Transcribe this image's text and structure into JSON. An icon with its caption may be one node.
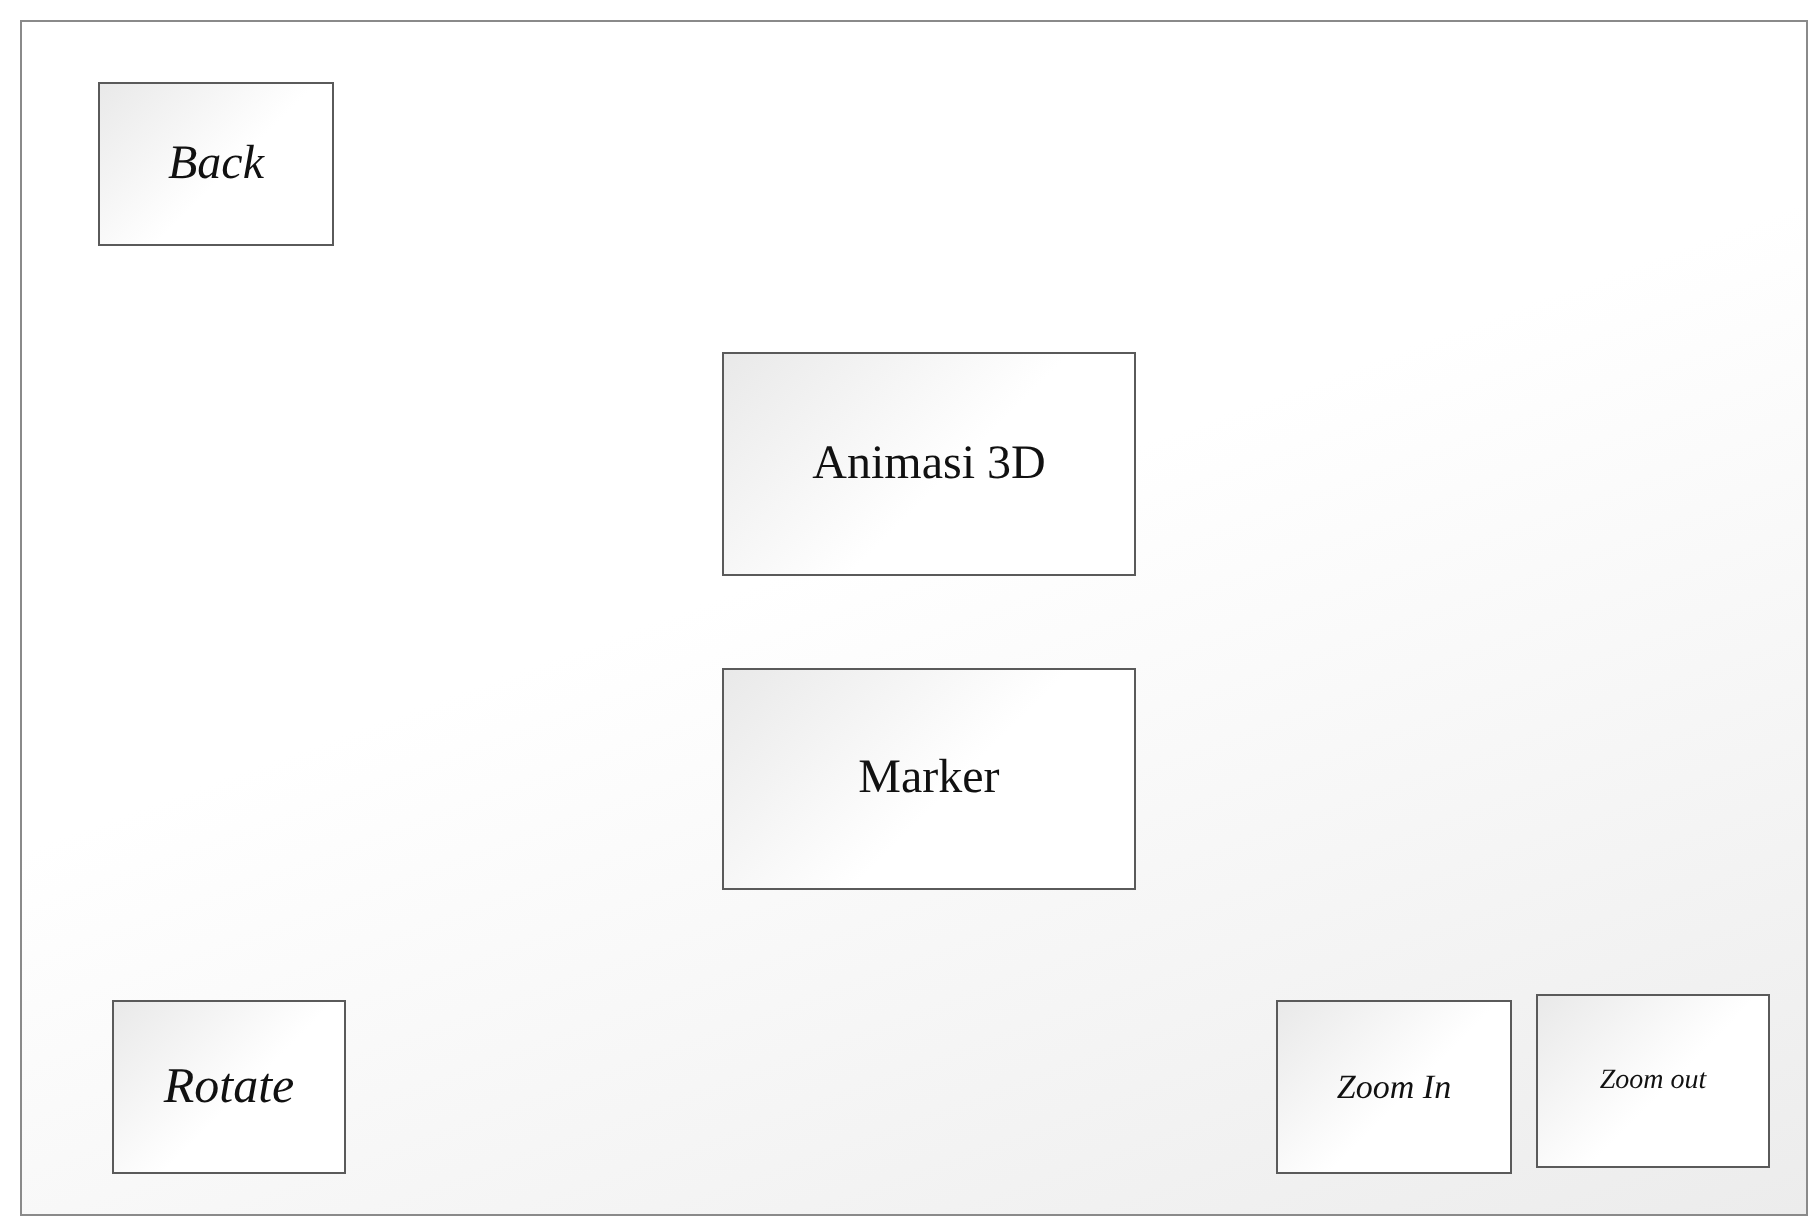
{
  "diagram": {
    "nodes": [
      {
        "text": [],
        "shape": "box"
      },
      {
        "text": [
          "Back"
        ],
        "in": 0
      },
      {
        "text": [
          "Animasi 3D"
        ],
        "in": 0
      },
      {
        "text": [
          "Marker"
        ],
        "in": 0
      },
      {
        "text": [
          "Rotate"
        ],
        "in": 0
      },
      {
        "text": [
          "Zoom In"
        ],
        "in": 0
      },
      {
        "text": [
          "Zoom out"
        ],
        "in": 0
      }
    ]
  }
}
